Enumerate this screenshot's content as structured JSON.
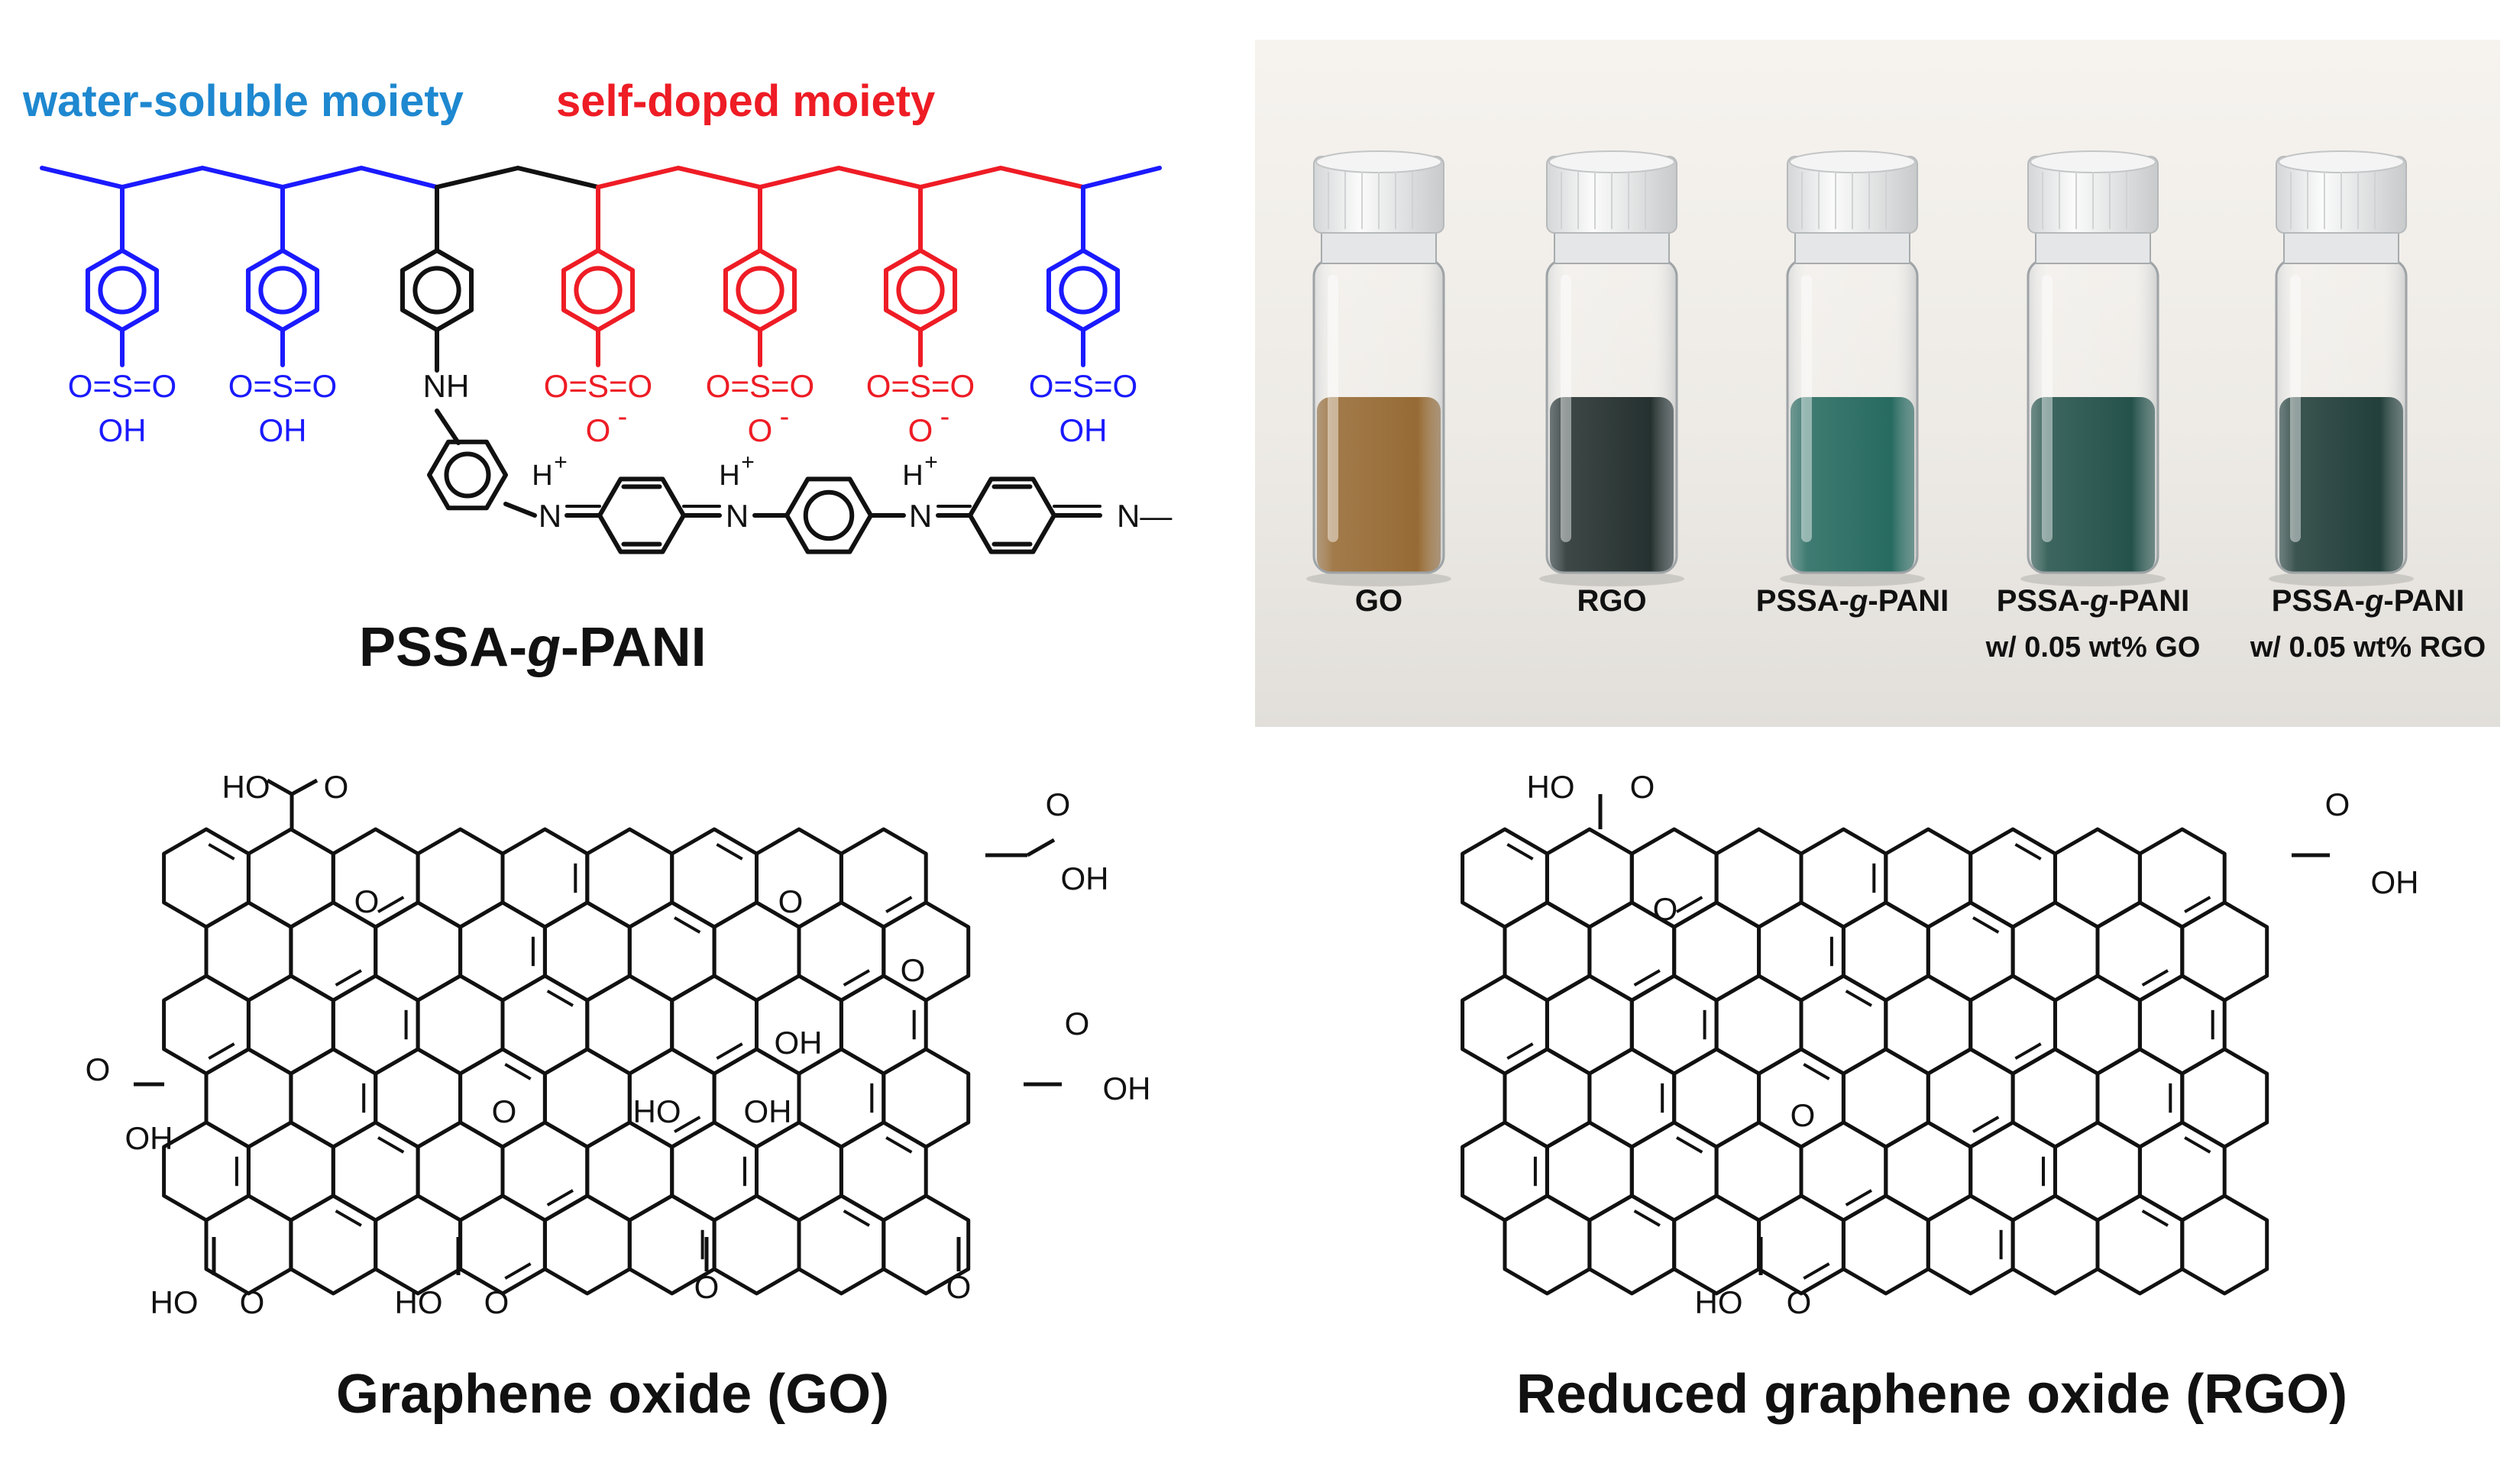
{
  "pssa": {
    "water_label": "water-soluble moiety",
    "selfdoped_label": "self-doped moiety",
    "name_prefix": "PSSA-",
    "name_italic": "g",
    "name_suffix": "-PANI",
    "nh_label": "NH",
    "sulfonic_acid": {
      "left": "O=",
      "s": "S",
      "right": "=O",
      "bottom": "OH"
    },
    "sulfonate": {
      "left": "O=",
      "s": "S",
      "right": "=O",
      "bottom": "O",
      "charge": "-"
    },
    "h_plus": "H",
    "plus": "+",
    "n": "N",
    "n_end": "N—"
  },
  "photo": {
    "vials": [
      {
        "label": "GO",
        "line2": ""
      },
      {
        "label": "RGO",
        "line2": ""
      },
      {
        "label_prefix": "PSSA-",
        "label_italic": "g",
        "label_suffix": "-PANI",
        "line2": ""
      },
      {
        "label_prefix": "PSSA-",
        "label_italic": "g",
        "label_suffix": "-PANI",
        "line2": "w/ 0.05  wt% GO"
      },
      {
        "label_prefix": "PSSA-",
        "label_italic": "g",
        "label_suffix": "-PANI",
        "line2": "w/ 0.05  wt% RGO"
      }
    ]
  },
  "go": {
    "caption": "Graphene oxide (GO)",
    "ho": "HO",
    "oh": "OH",
    "o": "O",
    "o_trunc": "OH"
  },
  "rgo": {
    "caption": "Reduced graphene oxide (RGO)",
    "ho": "HO",
    "oh": "OH",
    "o": "O"
  },
  "colors": {
    "blue": "#1a1aff",
    "blue_label": "#1e88d0",
    "red": "#ee1c25",
    "black": "#111111",
    "go_liquid": "#8b5a1e",
    "rgo_liquid": "#0d1a19",
    "pani_liquid": "#0f5a4e",
    "pani_go_liquid": "#0c3f37",
    "pani_rgo_liquid": "#0a2a25"
  }
}
